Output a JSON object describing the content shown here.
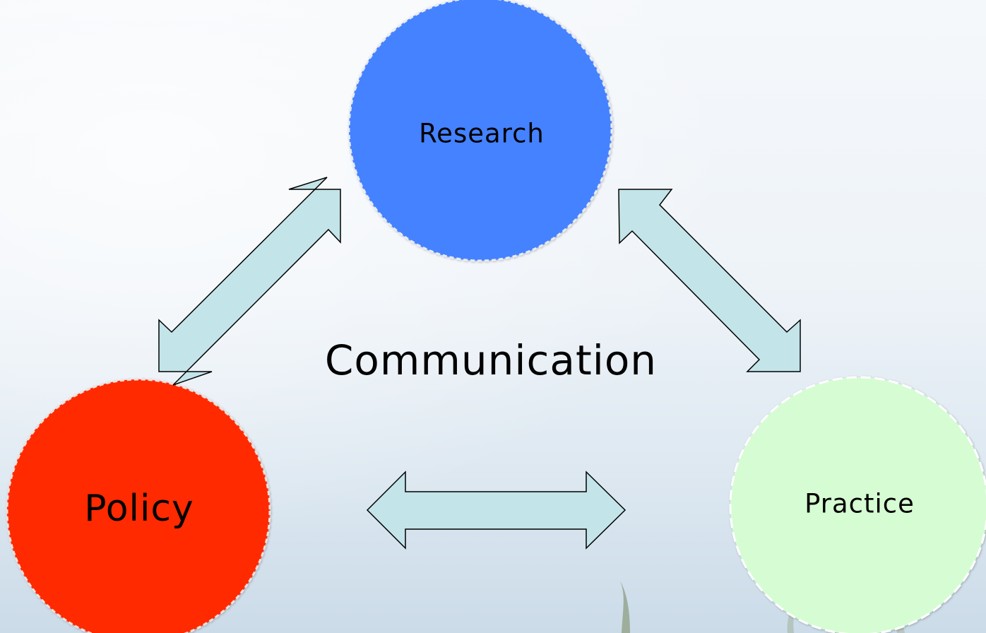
{
  "diagram": {
    "nodes": {
      "research": {
        "label": "Research",
        "fill": "#4582ff"
      },
      "policy": {
        "label": "Policy",
        "fill": "#ff2a00"
      },
      "practice": {
        "label": "Practice",
        "fill": "#d6fcd3"
      }
    },
    "center_label": "Communication",
    "arrow_fill": "#c3e4e8",
    "connectors": [
      {
        "from": "research",
        "to": "policy",
        "type": "double-arrow"
      },
      {
        "from": "research",
        "to": "practice",
        "type": "double-arrow"
      },
      {
        "from": "policy",
        "to": "practice",
        "type": "double-arrow"
      }
    ]
  }
}
